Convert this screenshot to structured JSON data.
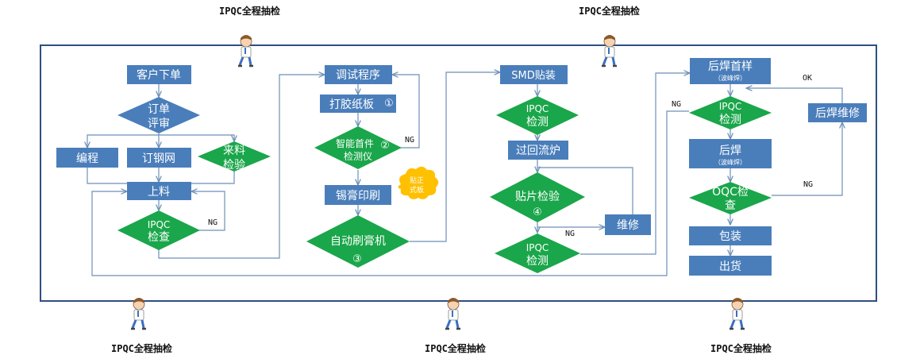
{
  "inspection_label": "IPQC全程抽检",
  "nodes": {
    "customer_order": "客户下单",
    "order_review_1": "订单",
    "order_review_2": "评审",
    "programming": "编程",
    "order_stencil": "订钢网",
    "incoming_1": "来料",
    "incoming_2": "检验",
    "loading": "上料",
    "ipqc1_1": "IPQC",
    "ipqc1_2": "检查",
    "debug_program": "调试程序",
    "glue_board": "打胶纸板",
    "first_article_1": "智能首件",
    "first_article_2": "检测仪",
    "solder_print": "锡膏印刷",
    "auto_printer": "自动刷膏机",
    "badge_1": "贴正",
    "badge_2": "式板",
    "smd": "SMD贴装",
    "ipqc2_1": "IPQC",
    "ipqc2_2": "检测",
    "reflow": "过回流炉",
    "placement_insp": "贴片检验",
    "repair": "维修",
    "ipqc3_1": "IPQC",
    "ipqc3_2": "检测",
    "post_weld_first": "后焊首样",
    "post_weld_first_sub": "（波峰焊）",
    "ipqc4_1": "IPQC",
    "ipqc4_2": "检测",
    "post_weld_repair": "后焊维修",
    "post_weld": "后焊",
    "post_weld_sub": "（波峰焊）",
    "oqc_1": "OQC检",
    "oqc_2": "查",
    "packing": "包装",
    "shipping": "出货"
  },
  "markers": [
    "①",
    "②",
    "③",
    "④"
  ],
  "edge_labels": {
    "ng": "NG",
    "ok": "OK"
  },
  "colors": {
    "blue_box": "#4a7ebb",
    "green_diamond": "#1aa64a",
    "line": "#6e8fb8",
    "frame": "#2f4f80",
    "badge": "#ffc000"
  }
}
